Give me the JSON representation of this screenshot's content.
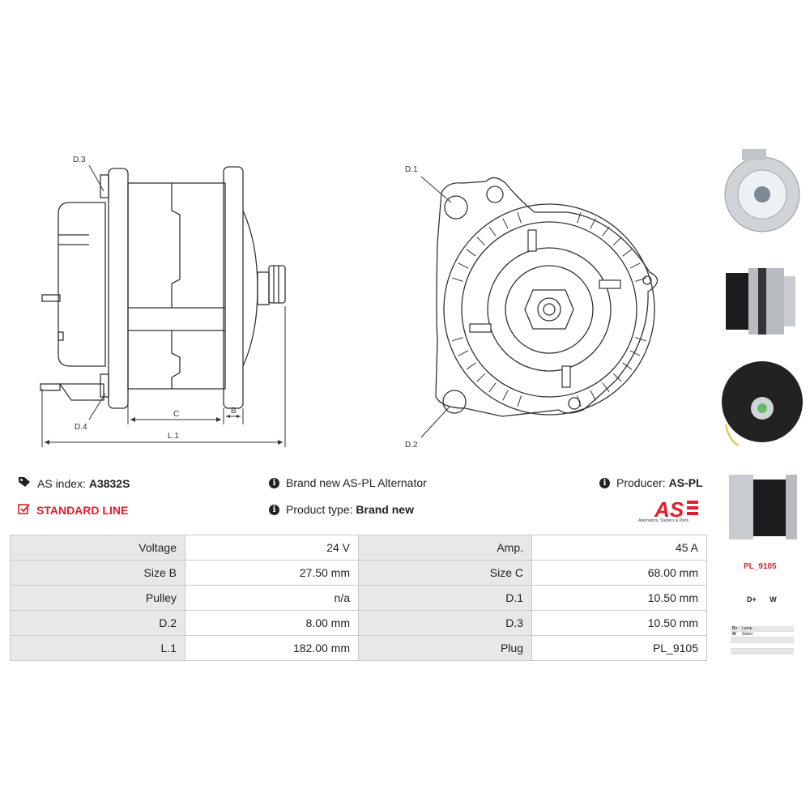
{
  "drawing": {
    "labels": {
      "d1": "D.1",
      "d2": "D.2",
      "d3": "D.3",
      "d4": "D.4",
      "c": "C",
      "b": "B",
      "l1": "L.1"
    }
  },
  "info": {
    "as_index_label": "AS index:",
    "as_index_value": "A3832S",
    "standard_line": "STANDARD LINE",
    "description": "Brand new AS-PL Alternator",
    "product_type_label": "Product type:",
    "product_type_value": "Brand new",
    "producer_label": "Producer:",
    "producer_value": "AS-PL"
  },
  "logo": {
    "text": "AS",
    "subtitle": "Alternators, Starters & Parts",
    "color": "#e01e2f"
  },
  "specs": [
    {
      "k1": "Voltage",
      "v1": "24 V",
      "k2": "Amp.",
      "v2": "45 A"
    },
    {
      "k1": "Size B",
      "v1": "27.50 mm",
      "k2": "Size C",
      "v2": "68.00 mm"
    },
    {
      "k1": "Pulley",
      "v1": "n/a",
      "k2": "D.1",
      "v2": "10.50 mm"
    },
    {
      "k1": "D.2",
      "v1": "8.00 mm",
      "k2": "D.3",
      "v2": "10.50 mm"
    },
    {
      "k1": "L.1",
      "v1": "182.00 mm",
      "k2": "Plug",
      "v2": "PL_9105"
    }
  ],
  "plug": {
    "code": "PL_9105",
    "pins": [
      "D+",
      "W"
    ],
    "legend": [
      {
        "pin": "D+",
        "desc": "Lamp"
      },
      {
        "pin": "W",
        "desc": "Stator"
      },
      {
        "pin": "",
        "desc": ""
      },
      {
        "pin": "",
        "desc": ""
      },
      {
        "pin": "",
        "desc": ""
      }
    ]
  }
}
